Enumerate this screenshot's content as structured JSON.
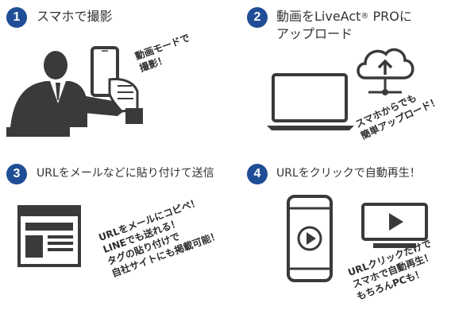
{
  "steps": [
    {
      "number": "1",
      "title": "スマホで撮影",
      "note": [
        "動画モードで",
        "撮影！"
      ]
    },
    {
      "number": "2",
      "title_line1_pre": "動画をLiveAct",
      "title_line1_reg": "®",
      "title_line1_post": " PROに",
      "title_line2": "アップロード",
      "note": [
        "スマホからでも",
        "簡単アップロード！"
      ]
    },
    {
      "number": "3",
      "title": "URLをメールなどに貼り付けて送信",
      "note": [
        "URLをメールにコピペ！",
        "LINEでも送れる！",
        "タグの貼り付けで",
        "自社サイトにも掲載可能！"
      ]
    },
    {
      "number": "4",
      "title": "URLをクリックで自動再生！",
      "note": [
        "URLクリックだけで",
        "スマホで自動再生！",
        "もちろんPCも！"
      ]
    }
  ],
  "colors": {
    "badge": "#1f4e96",
    "illustration": "#3a3a3a",
    "text": "#2b2b2b"
  },
  "icons": [
    "person-with-phone-icon",
    "laptop-icon",
    "cloud-upload-icon",
    "webpage-icon",
    "smartphone-play-icon",
    "monitor-play-icon"
  ]
}
